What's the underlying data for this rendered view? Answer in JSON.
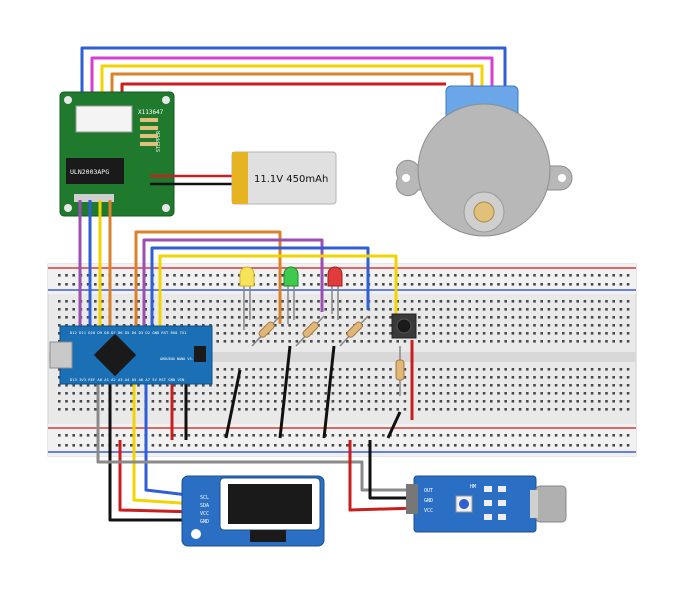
{
  "driver": {
    "chip_label": "ULN2003APG",
    "board_label": "X113647",
    "side_label": "STEPPER"
  },
  "battery": {
    "label": "11.1V  450mAh"
  },
  "arduino": {
    "top_pins": "D12 D11 D10 D9 D8 D7 D6 D5 D4 D3 D2 GND RST RX0 TX1",
    "bottom_pins": "D13 3V3 REF A0 A1 A2 A3 A4 A5 A6 A7 5V RST GND VIN",
    "chip_text": "ARDUINO NANO V3.0"
  },
  "oled": {
    "pins": [
      "SCL",
      "SDA",
      "VCC",
      "GND"
    ]
  },
  "sensor": {
    "pins": [
      "OUT",
      "GND",
      "VCC"
    ],
    "side_label": "HM"
  },
  "wire_colors": {
    "blue": "#2f5ed6",
    "pink": "#d63fd6",
    "yellow": "#f2d500",
    "orange": "#d9822b",
    "red": "#c81e1e",
    "purple": "#9b4fb0",
    "black": "#111111",
    "gray": "#8a8a8a",
    "green_pcb": "#1f7a2e",
    "arduino_blue": "#1a6fb5"
  }
}
